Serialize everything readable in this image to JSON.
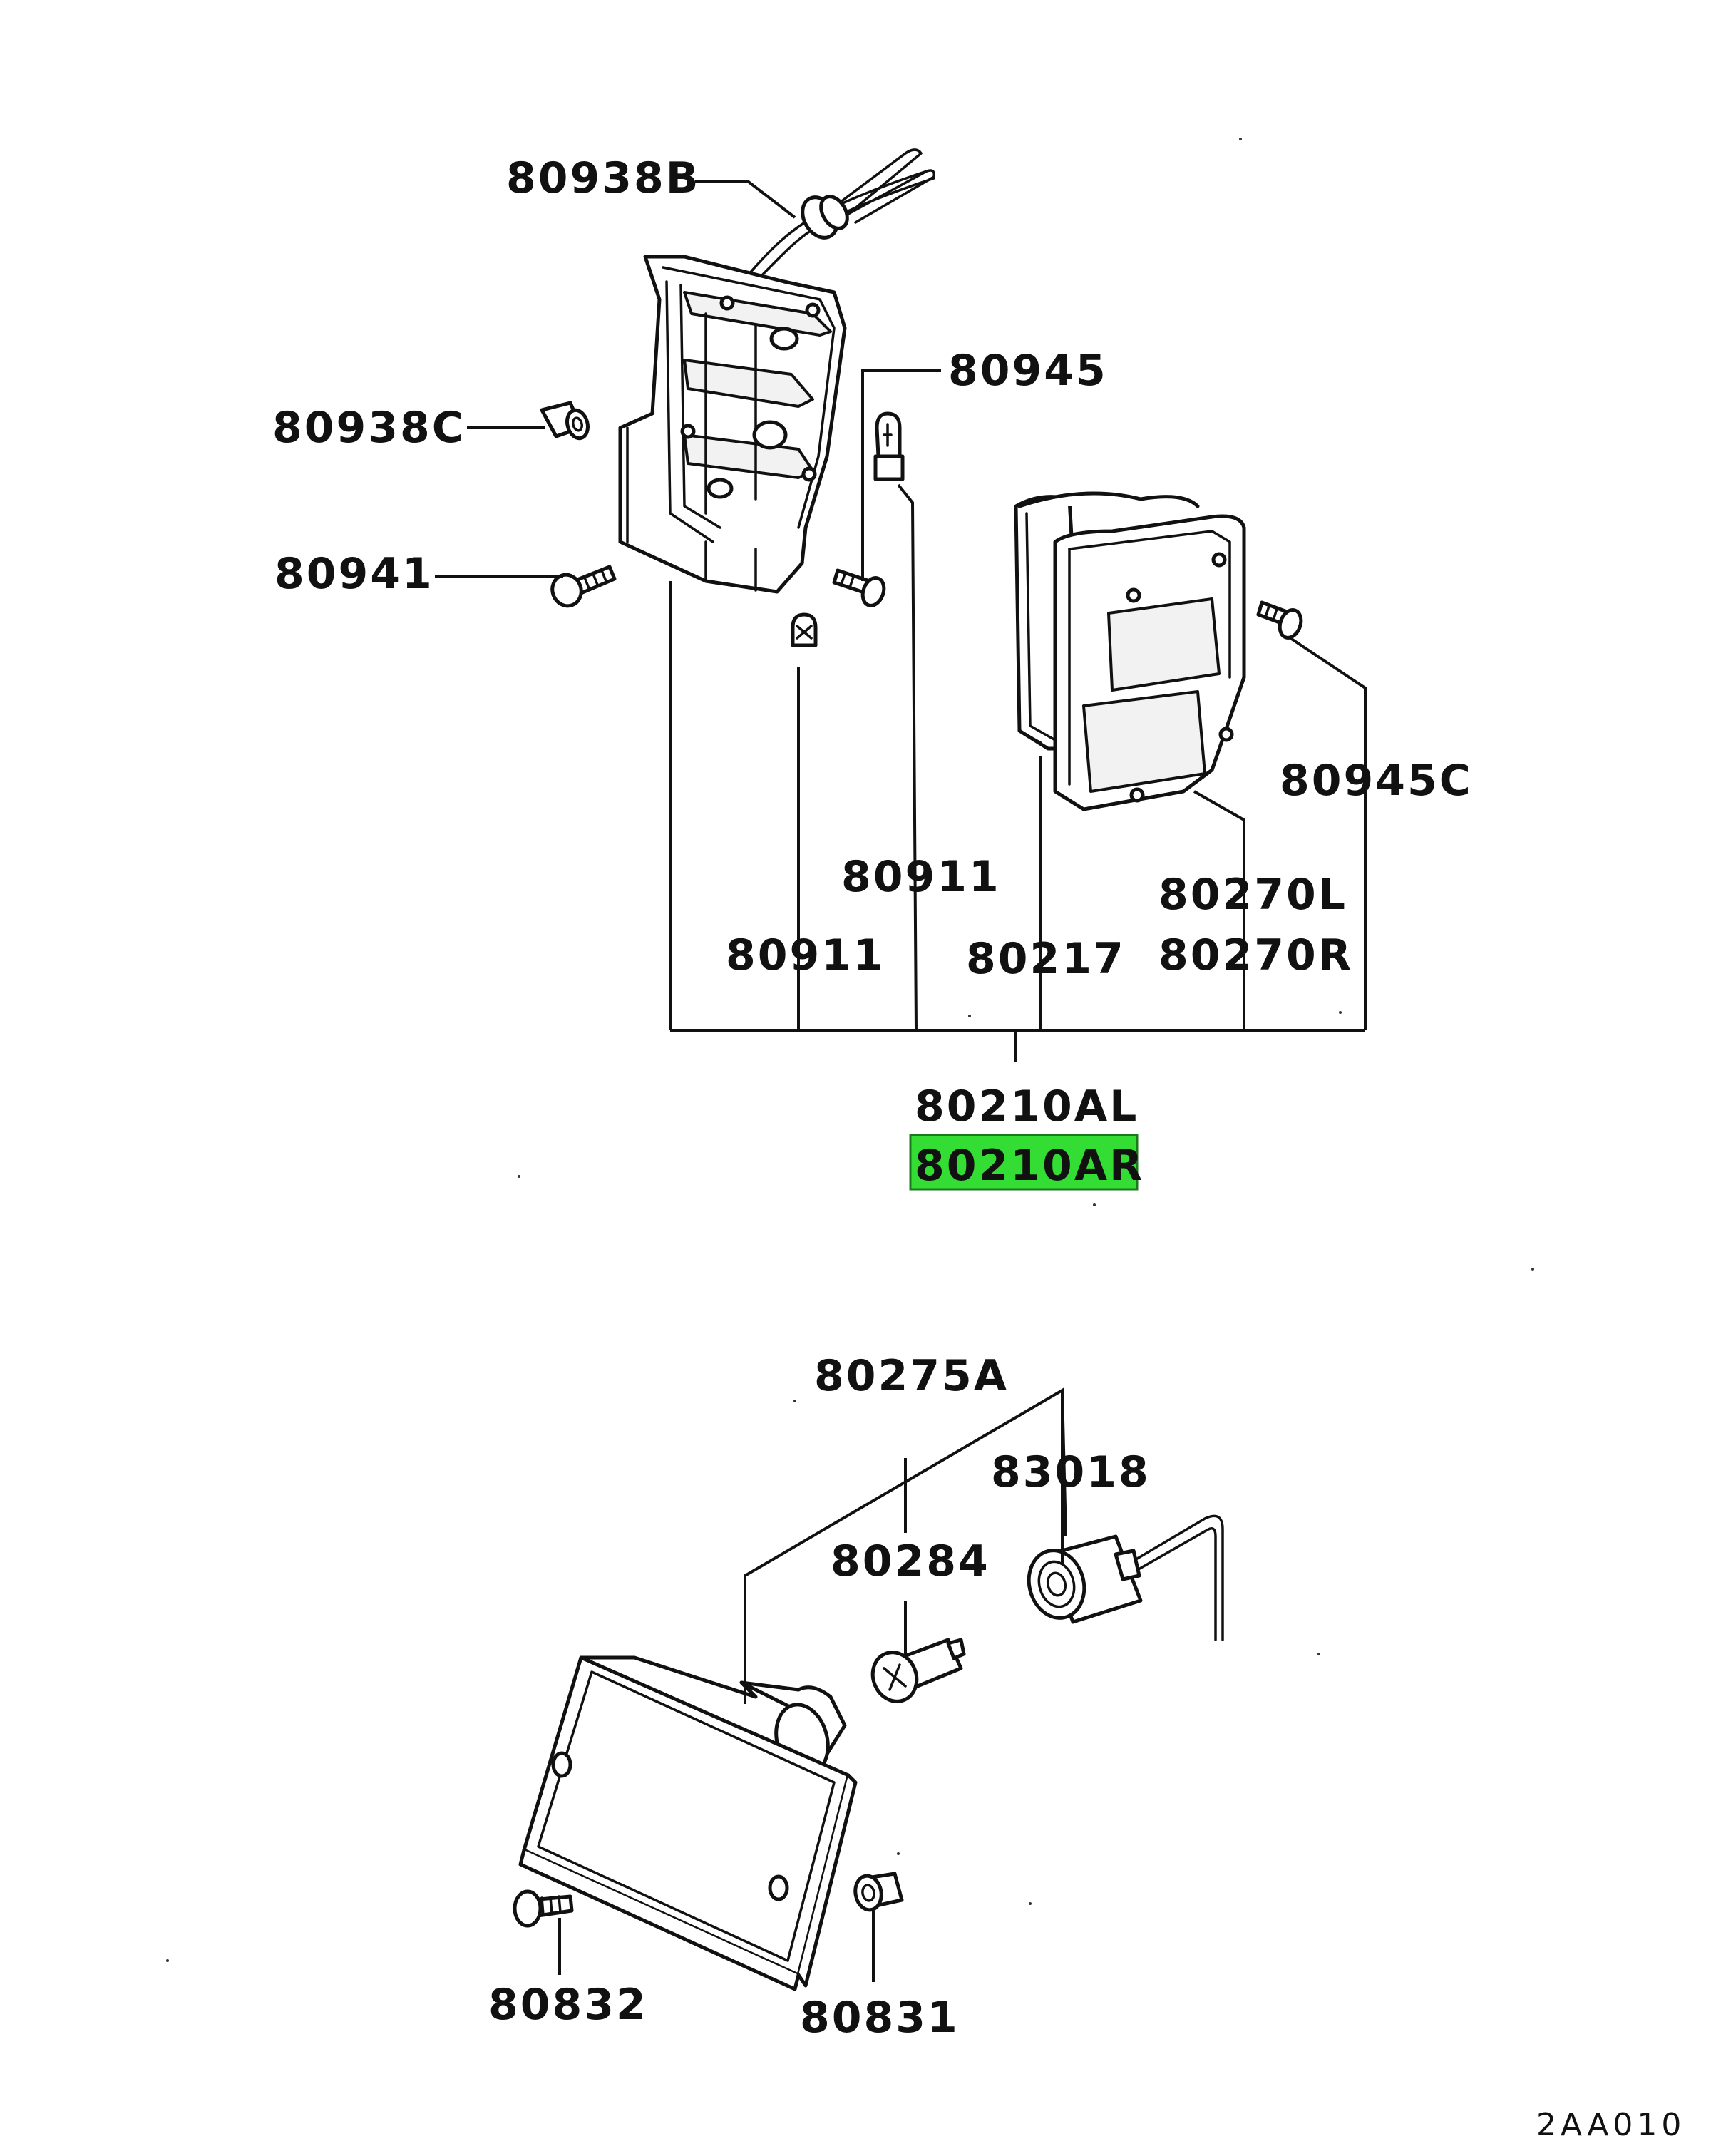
{
  "labels": {
    "p80938B": "80938B",
    "p80945": "80945",
    "p80938C": "80938C",
    "p80941": "80941",
    "p80945C": "80945C",
    "p80911a": "80911",
    "p80911b": "80911",
    "p80217": "80217",
    "p80270L": "80270L",
    "p80270R": "80270R",
    "p80210AL": "80210AL",
    "p80210AR": "80210AR",
    "p80275A": "80275A",
    "p83018": "83018",
    "p80284": "80284",
    "p80832": "80832",
    "p80831": "80831"
  },
  "highlight": {
    "part": "80210AR",
    "color": "#33dd33"
  },
  "diagram_ref": "2AA010"
}
